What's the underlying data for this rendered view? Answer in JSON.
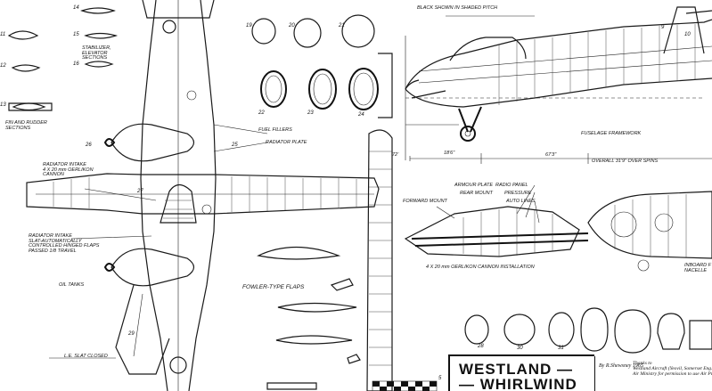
{
  "labels": {
    "black_shown": "BLACK SHOWN IN SHADED PITCH",
    "fin_rudder": "FIN AND RUDDER\nSECTIONS",
    "stabilizer": "STABILIZER,\nELEVATOR\nSECTIONS",
    "fuel_fillers": "FUEL FILLERS",
    "radiator_plate": "RADIATOR PLATE",
    "radiator_intake": "RADIATOR INTAKE\n4 X 20 mm OERLIKON\nCANNON",
    "radiator_intake2": "RADIATOR INTAKE\nSLAT-AUTOMATICALLY\nCONTROLLED HINGED FLAPS\nPASSED 1/8 TRAVEL",
    "oil_tanks": "OIL TANKS",
    "le_slat": "L.E. SLAT CLOSED",
    "fowler_flaps": "FOWLER-TYPE FLAPS",
    "fuselage_framework": "FUSELAGE FRAMEWORK",
    "forward_mount": "FORWARD MOUNT",
    "armor_plate": "ARMOUR PLATE",
    "radio_panel": "RADIO PANEL",
    "rear_mount": "REAR MOUNT",
    "pressure": "PRESSURE",
    "auto_lines": "AUTO LINES",
    "cannon_install": "4 X 20 mm OERLIKON CANNON INSTALLATION",
    "inboard_nacelle": "INBOARD F\nNACELLE",
    "flaps_label": "FLAPS",
    "overall_length": "OVERALL 31'9\" OVER SPINS",
    "dim_18": "18'6\"",
    "dim_67": "67'3\"",
    "dim_72": "72'"
  },
  "numbers": {
    "n11": "11",
    "n12": "12",
    "n13": "13",
    "n14": "14",
    "n15": "15",
    "n16": "16",
    "n19": "19",
    "n20": "20",
    "n21": "21",
    "n22": "22",
    "n23": "23",
    "n24": "24",
    "n25": "25",
    "n26": "26",
    "n27": "27",
    "n28": "28",
    "n29": "29",
    "n30": "30",
    "n31": "31",
    "n9": "9",
    "n10": "10",
    "n5": "5"
  },
  "title": {
    "line1": "WESTLAND —",
    "line2": "— WHIRLWIND"
  },
  "credit": {
    "by": "By R.Shewsney 1965",
    "thanks": "Thanks to\nWestland Aircraft (Yeovil, Somerset Eng.)\nAir Ministry for permission to use Air Publications"
  }
}
